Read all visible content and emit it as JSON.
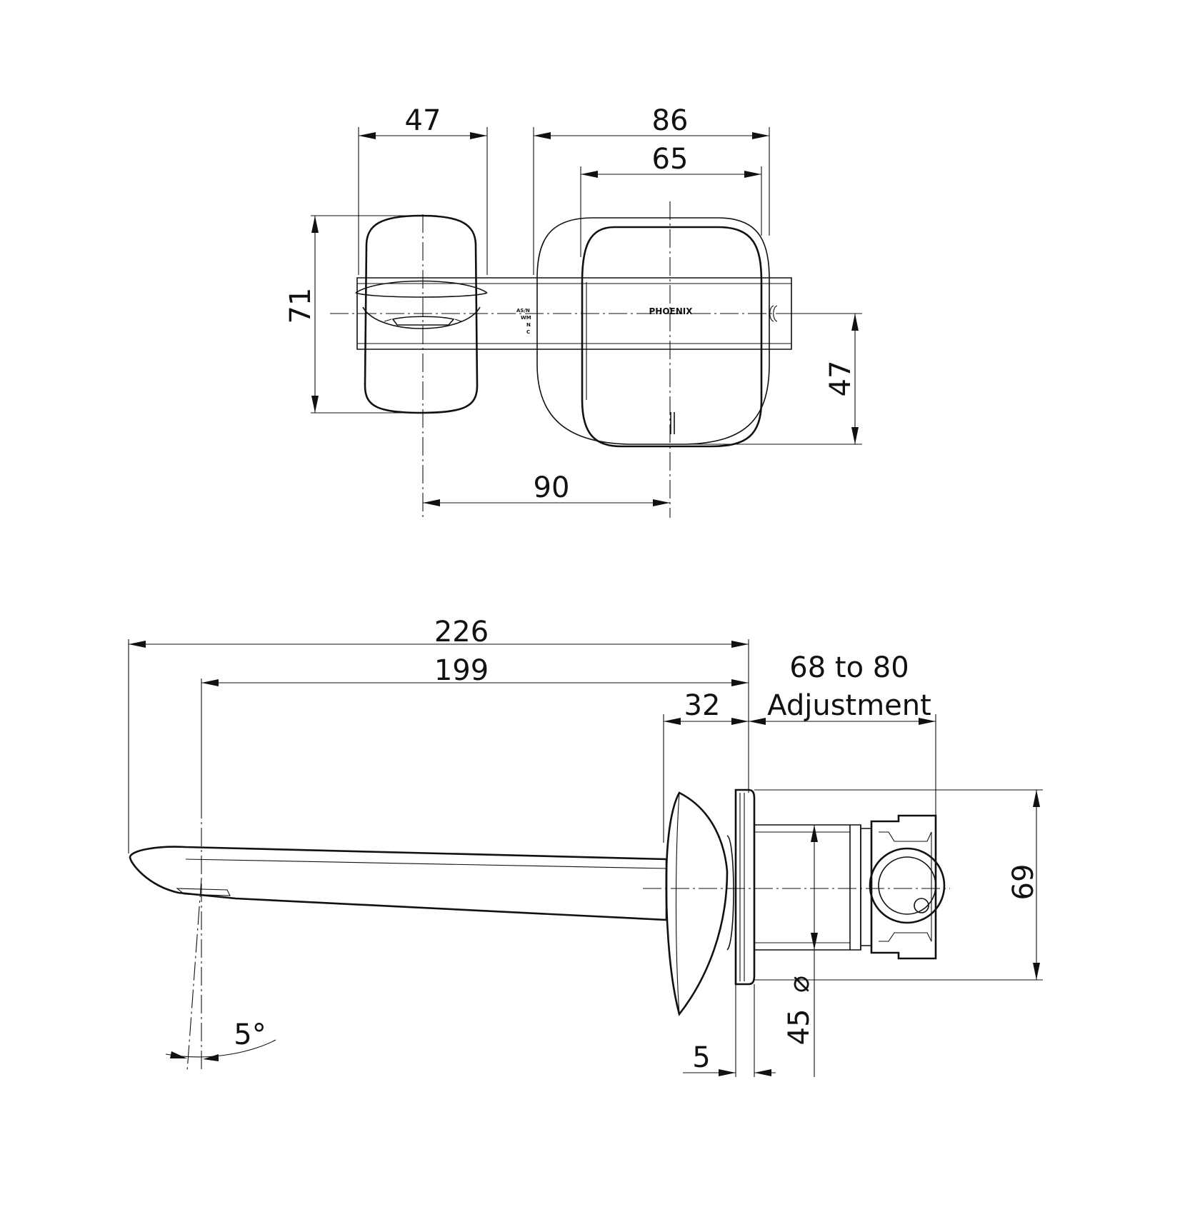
{
  "front_view": {
    "brand": "PHOENIX",
    "stamp": [
      "AS/N",
      "WM",
      "N",
      "C"
    ],
    "dims": {
      "handle_width": "47",
      "plate_outer_width": "86",
      "plate_inner_width": "65",
      "handle_height": "71",
      "plate_offset": "47",
      "centre_distance": "90"
    }
  },
  "side_view": {
    "dims": {
      "overall_length": "226",
      "spout_reach": "199",
      "handle_depth": "32",
      "adjustment_range": "68 to 80",
      "adjustment_word": "Adjustment",
      "body_height": "69",
      "diameter": "45",
      "diameter_symbol": "⌀",
      "flange_thickness": "5",
      "spout_angle": "5°"
    }
  }
}
